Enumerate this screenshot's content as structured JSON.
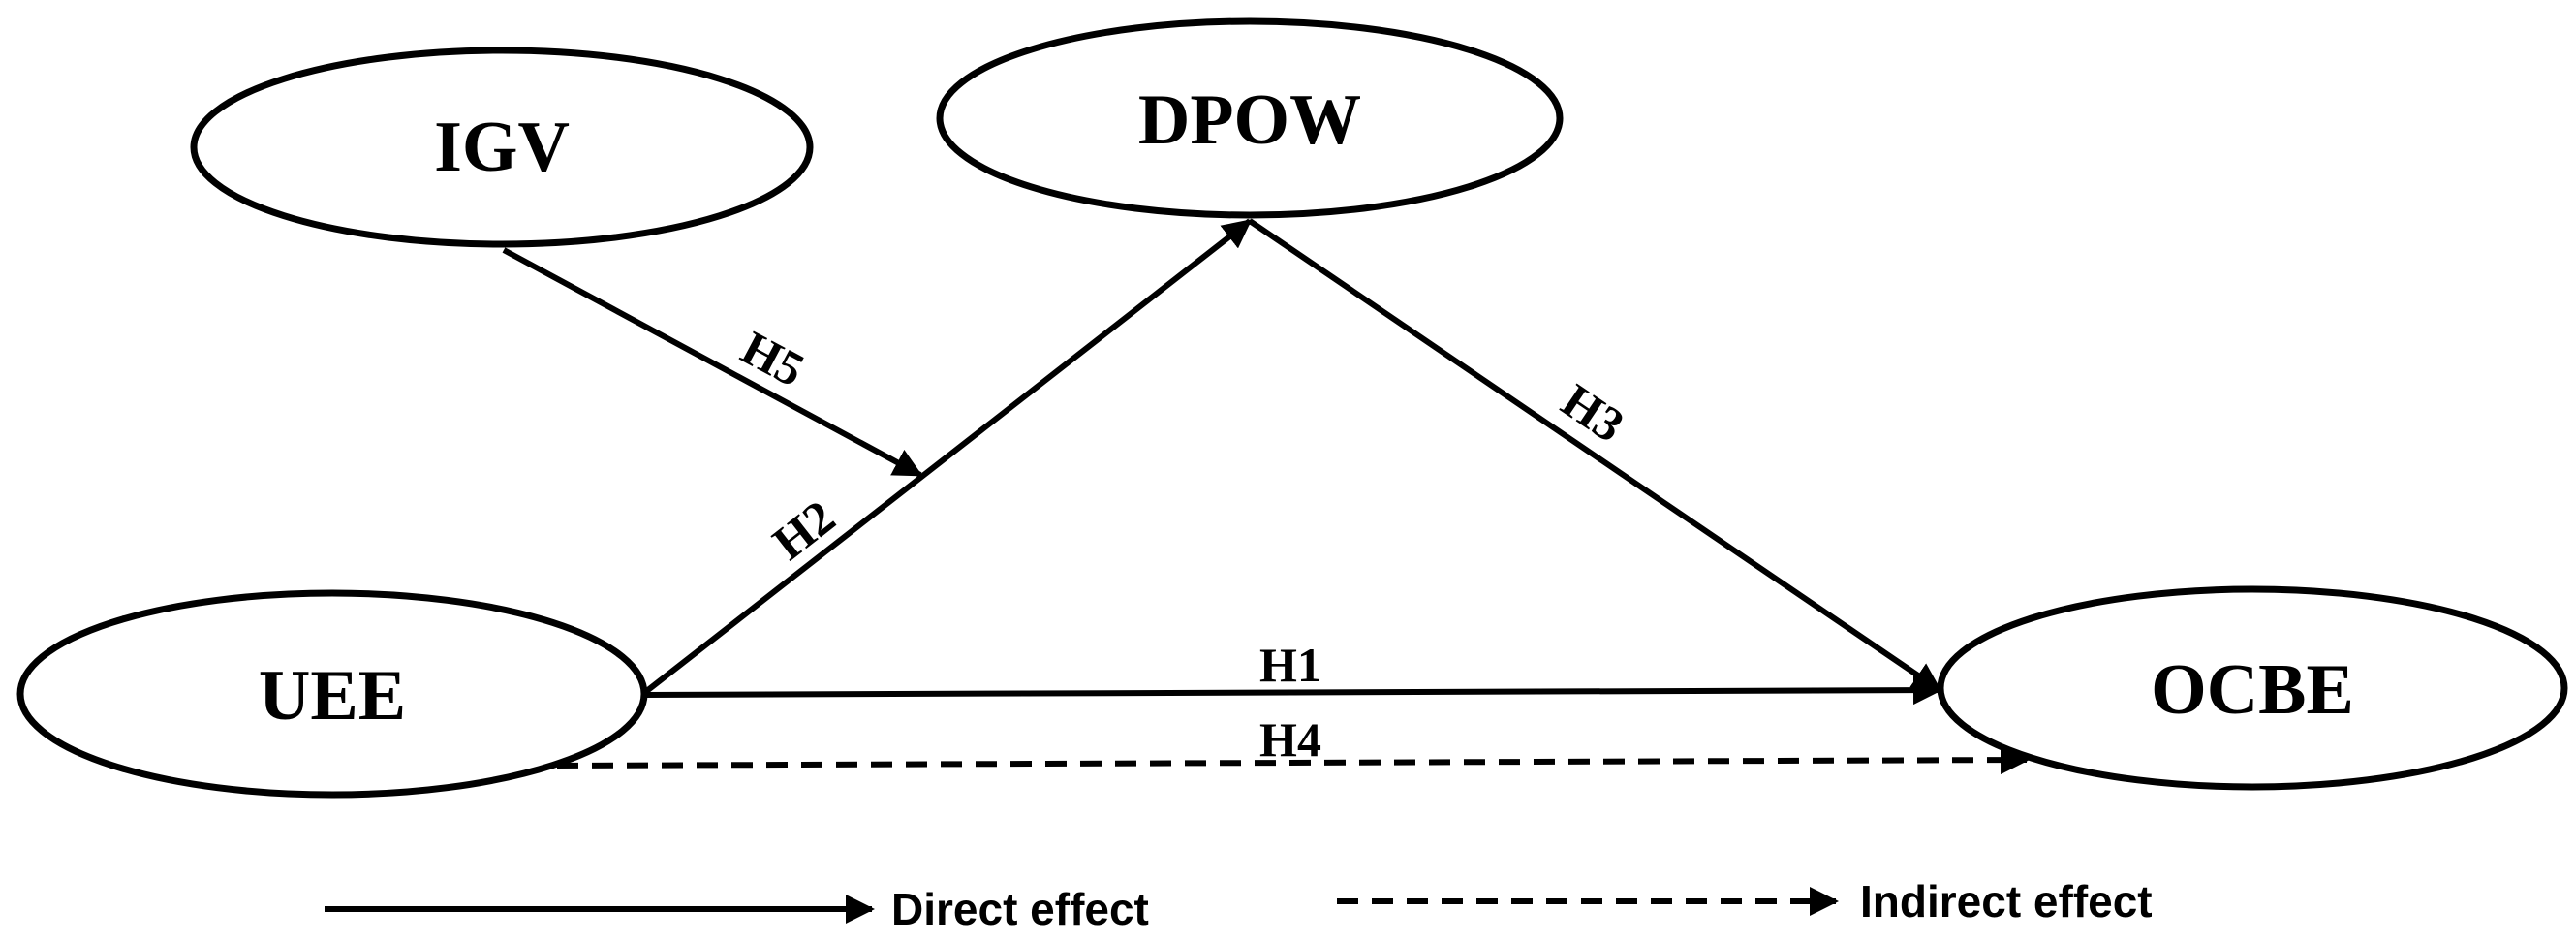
{
  "diagram": {
    "nodes": {
      "igv": "IGV",
      "dpow": "DPOW",
      "uee": "UEE",
      "ocbe": "OCBE"
    },
    "edges": {
      "h1": "H1",
      "h2": "H2",
      "h3": "H3",
      "h4": "H4",
      "h5": "H5"
    },
    "edge_types": {
      "h1": "direct",
      "h2": "direct",
      "h3": "direct",
      "h4": "indirect",
      "h5": "direct"
    }
  },
  "legend": {
    "direct": "Direct effect",
    "indirect": "Indirect effect"
  }
}
